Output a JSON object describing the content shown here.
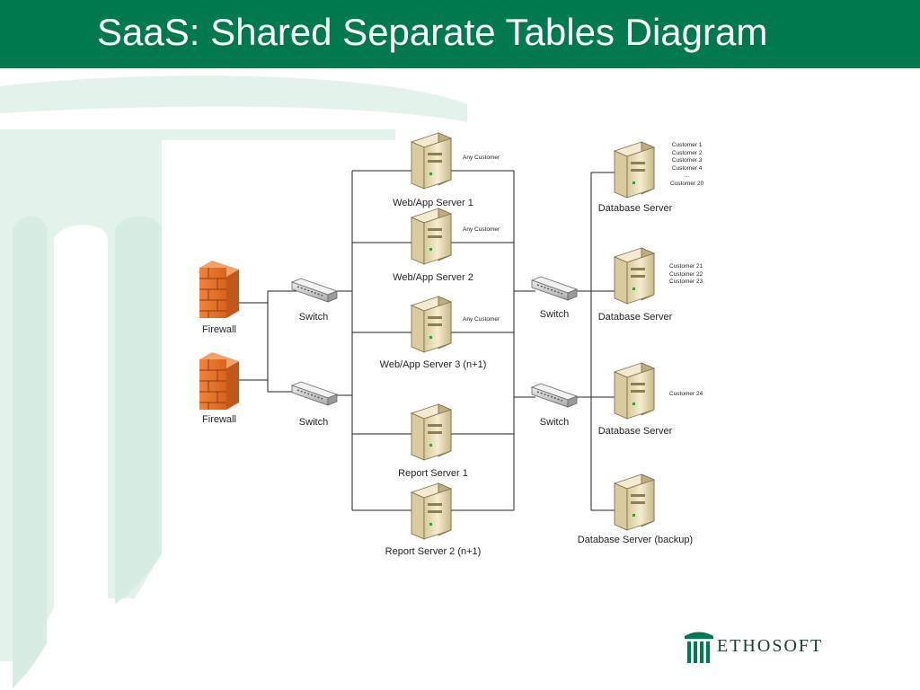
{
  "slide": {
    "title": "SaaS: Shared Separate Tables Diagram",
    "logo_text": "ETHOSOFT",
    "colors": {
      "title_bar": "#007a4d",
      "background_motif": "#e3f2ea",
      "firewall": "#e8742a",
      "server": "#efe4c4"
    }
  },
  "diagram": {
    "firewalls": [
      {
        "label": "Firewall"
      },
      {
        "label": "Firewall"
      }
    ],
    "switches": [
      {
        "label": "Switch"
      },
      {
        "label": "Switch"
      },
      {
        "label": "Switch"
      },
      {
        "label": "Switch"
      }
    ],
    "app_servers": [
      {
        "label": "Web/App Server 1",
        "note": "Any Customer"
      },
      {
        "label": "Web/App Server 2",
        "note": "Any Customer"
      },
      {
        "label": "Web/App Server 3 (n+1)",
        "note": "Any Customer"
      },
      {
        "label": "Report Server 1"
      },
      {
        "label": "Report Server 2 (n+1)"
      }
    ],
    "db_servers": [
      {
        "label": "Database Server",
        "customers": [
          "Customer 1",
          "Customer 2",
          "Customer 3",
          "Customer 4",
          "...",
          "Customer 20"
        ]
      },
      {
        "label": "Database Server",
        "customers": [
          "Customer 21",
          "Customer 22",
          "Customer 23"
        ]
      },
      {
        "label": "Database Server",
        "customers": [
          "Customer 24"
        ]
      },
      {
        "label": "Database Server (backup)"
      }
    ]
  }
}
